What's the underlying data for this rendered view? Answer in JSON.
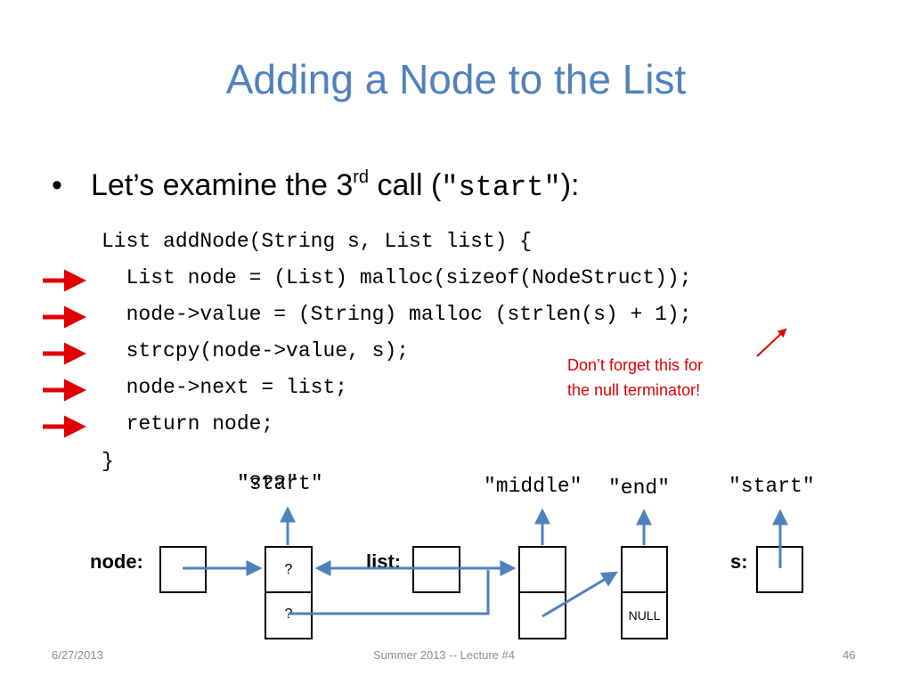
{
  "slide": {
    "title": "Adding a Node to the List",
    "bullet": {
      "dot": "•",
      "text_before": "Let’s examine the 3",
      "superscript": "rd",
      "text_middle": " call (",
      "code": "\"start\"",
      "text_after": "):"
    },
    "code_lines": [
      "List addNode(String s, List list) {",
      "  List node = (List) malloc(sizeof(NodeStruct));",
      "  node->value = (String) malloc (strlen(s) + 1);",
      "  strcpy(node->value, s);",
      "  node->next = list;",
      "  return node;",
      "}"
    ],
    "note_lines": [
      "Don’t forget this for",
      "the null terminator!"
    ],
    "diagram": {
      "string_labels": {
        "start_old": "\"???\"",
        "start_new": "\"start\"",
        "middle": "\"middle\"",
        "end": "\"end\"",
        "s_target": "\"start\""
      },
      "var_labels": {
        "node": "node:",
        "list": "list:",
        "s": "s:"
      },
      "cells": {
        "q1": "?",
        "q2": "?",
        "null": "NULL"
      }
    },
    "footer": {
      "date": "6/27/2013",
      "course": "Summer 2013 -- Lecture #4",
      "page": "46"
    },
    "colors": {
      "title": "#4f81bd",
      "arrow_blue": "#4f81bd",
      "marker_red": "#e00000",
      "note_red": "#e00000",
      "footer": "#8c8c8c"
    }
  }
}
